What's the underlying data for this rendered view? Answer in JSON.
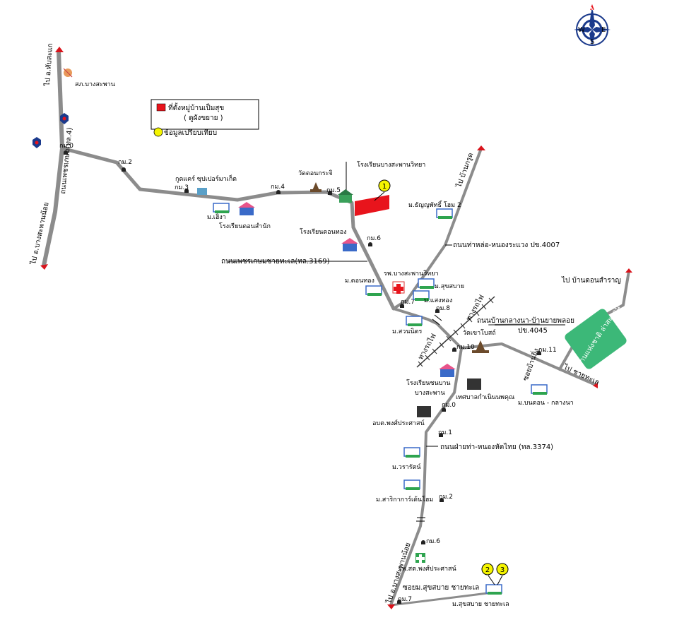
{
  "legend": {
    "village_label": "ที่ตั้งหมู่บ้านเป็มสุข",
    "village_sub": "( ดูผังขยาย )",
    "compare_label": "ข้อมูลเปรียบเทียบ"
  },
  "colors": {
    "road": "#8c8c8c",
    "village": "#e8141c",
    "compare": "#f5f500",
    "park": "#3cb878",
    "endpoint": "#d9141c"
  },
  "icons": {
    "compass": "compass-rose-icon",
    "temple": "temple-icon",
    "school": "school-icon",
    "village": "housing-village-icon",
    "government": "government-building-icon",
    "hospital": "hospital-cross-icon",
    "health": "health-station-icon",
    "km": "km-marker-icon",
    "police": "police-shield-icon"
  },
  "roads": {
    "phetkasem": "ถนนเพชรเกษมชายทะเล(ทล.3169)",
    "tha_lo": "ถนนท่าหล่อ-หนองระแวง ปข.4007",
    "klang_na": "ถนนบ้านกลางนา-บ้านยายพลอย",
    "klang_na_code": "ปข.4045",
    "fai_ya": "ถนนฝ่ายท่า-หนองหัตไทย (ทล.3374)",
    "soi_sukjai": "ซอยม.สุขสบาย ชายทะเล",
    "to_thap_sakae": "ไป อ.ทับสะแก",
    "to_bang_saphan_noi_top": "ไป อ.บางสะพานน้อย",
    "to_bang_saphan_noi_bottom": "ไป อ.บางสะพานน้อย",
    "to_ban_kraut": "ไป บ้านกรูด",
    "to_ban_don_samran": "ไป บ้านดอนสำราญ",
    "to_beach": "ไป ชายทะเล",
    "phetkasem_side": "ถนนเพชรเกษม(ทล.4)",
    "soi_side": "ซอยบ้านยิ่ง",
    "railway": "ทางรถไฟ"
  },
  "km_labels": {
    "km0_top": "กม.0",
    "km2_top": "กม.2",
    "km3": "กม.3",
    "km4": "กม.4",
    "km5": "กม.5",
    "km6_top": "กม.6",
    "km7_top": "กม.7",
    "km8": "กม.8",
    "km10": "กม.10",
    "km11": "กม.11",
    "km0_mid": "กม.0",
    "km1": "กม.1",
    "km2_low": "กม.2",
    "km6_low": "กม.6",
    "km7_low": "กม.7"
  },
  "places": {
    "police_station": "สภ.บางสะพาน",
    "godcare": "กูดแคร์ ซุปเปอร์มาเก็ต",
    "wat_don_krachi": "วัดดอนกระจิ",
    "school_bangsaphan": "โรงเรียนบางสะพานวิทยา",
    "moo_ngam": "ม.เฮิงา",
    "school_don_sanan": "โรงเรียนดอนสำนัก",
    "moo_thanyapat": "ม.ธัญญพัทธิ์ โฮม 2",
    "school_don_thong": "โรงเรียนดอนทอง",
    "hospital_bangsaphan": "รพ.บางสะพานวิทยา",
    "moo_don_thong": "ม.ดอนทอง",
    "moo_sukjai": "ม.สุขสบาย",
    "moo_saeng_thong": "ม.แสงทอง",
    "moo_suan_nit": "ม.สวนนิตร",
    "wat_khao_bot": "วัดเขาโบสถ์",
    "park_nat": "อุทยานแห่งชาติ ล่าสะพาน",
    "moo_bon_don": "ม.บนดอน - กลางนา",
    "school_thon": "โรงเรียนชนบาน",
    "school_thon2": "บางสะพาน",
    "thesaban": "เทศบาลกำเนินนพคุณ",
    "obt": "อบต.พงศ์ประศาสน์",
    "moo_wararat": "ม.วรารัตน์",
    "moo_sarika": "ม.สาริกาการ์เด้นโฮม",
    "rpst": "รพ.สต.พงศ์ประศาสน์",
    "moo_sukjai_beach": "ม.สุขสบาย ชายทะเล"
  },
  "markers": {
    "m1": "1",
    "m2": "2",
    "m3": "3"
  }
}
